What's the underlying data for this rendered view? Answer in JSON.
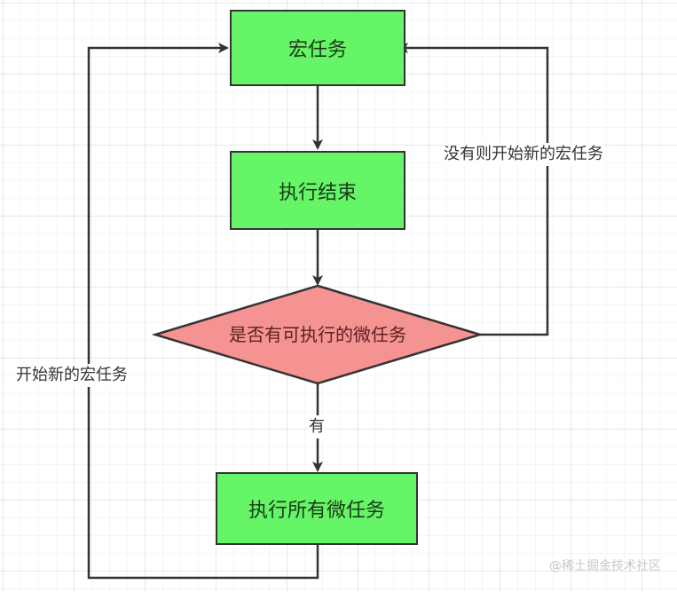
{
  "diagram": {
    "nodes": {
      "macro_task": "宏任务",
      "execution_end": "执行结束",
      "decision": "是否有可执行的微任务",
      "run_all_micro": "执行所有微任务"
    },
    "edge_labels": {
      "yes": "有",
      "none_start_new": "没有则开始新的宏任务",
      "start_new": "开始新的宏任务"
    },
    "colors": {
      "process_fill": "#66f566",
      "decision_fill": "#f59393",
      "stroke": "#333333"
    }
  },
  "watermark": "@稀土掘金技术社区"
}
